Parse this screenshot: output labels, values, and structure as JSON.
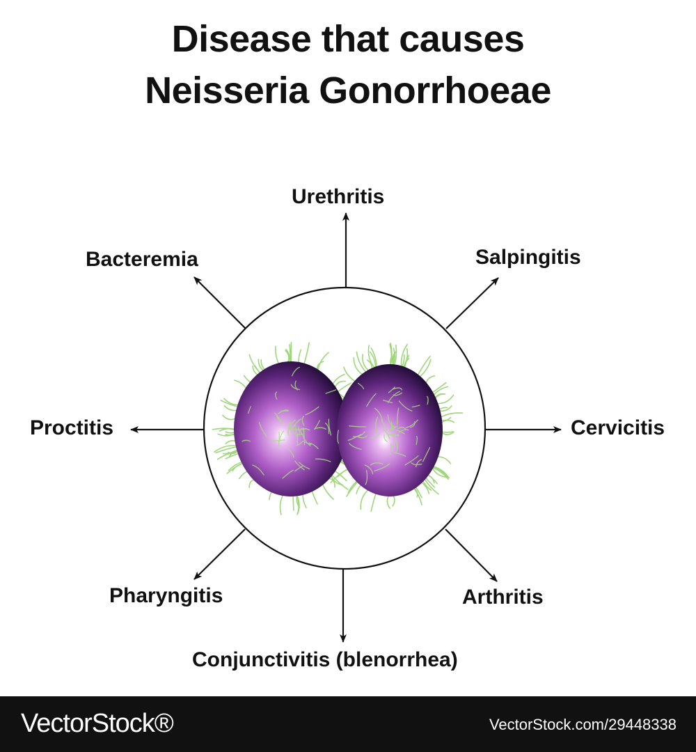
{
  "title": {
    "line1": "Disease that causes",
    "line2": "Neisseria Gonorrhoeae"
  },
  "diseases": {
    "top": "Urethritis",
    "top_right": "Salpingitis",
    "right": "Cervicitis",
    "bottom_right": "Arthritis",
    "bottom": "Conjunctivitis (blenorrhea)",
    "bottom_left": "Pharyngitis",
    "left": "Proctitis",
    "top_left": "Bacteremia"
  },
  "center_image": {
    "subject": "Neisseria gonorrhoeae diplococcus",
    "icon": "diplococcus-bacterium-icon",
    "colors": {
      "cell_dark": "#1a0a2e",
      "cell_mid": "#6a2a8a",
      "cell_light": "#c070d0",
      "pili": "#9ed67a"
    }
  },
  "colors": {
    "text": "#111111",
    "stroke": "#111111",
    "footer_bg": "#111111",
    "footer_text": "#ffffff"
  },
  "watermark": {
    "logo": "VectorStock®",
    "id": "VectorStock.com/29448338"
  }
}
